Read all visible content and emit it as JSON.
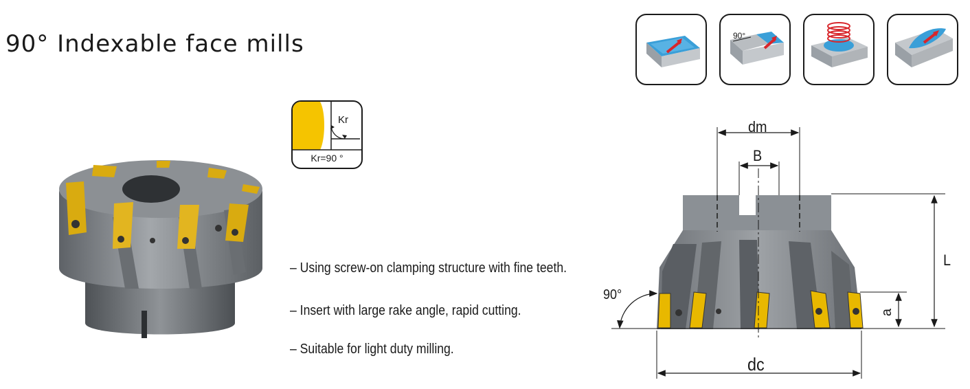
{
  "title": "90° Indexable face mills",
  "application_icons": [
    {
      "name": "face-milling-icon"
    },
    {
      "name": "shoulder-milling-90-icon",
      "label": "90°"
    },
    {
      "name": "helical-interpolation-icon"
    },
    {
      "name": "pocket-milling-icon"
    }
  ],
  "insert_angle": {
    "symbol": "Kr",
    "caption": "Kr=90 °",
    "insert_color": "#f5c400"
  },
  "features": [
    "–  Using screw-on clamping structure with fine teeth.",
    "–  Insert with large rake angle, rapid cutting.",
    "– Suitable for light duty milling."
  ],
  "drawing_labels": {
    "dm": "dm",
    "B": "B",
    "L": "L",
    "a": "a",
    "dc": "dc",
    "angle": "90°"
  },
  "colors": {
    "body_gray": "#7f8489",
    "body_gray_dark": "#55595d",
    "insert_gold": "#e8b800",
    "icon_blue": "#3a9fd8",
    "icon_red": "#d8262b"
  }
}
